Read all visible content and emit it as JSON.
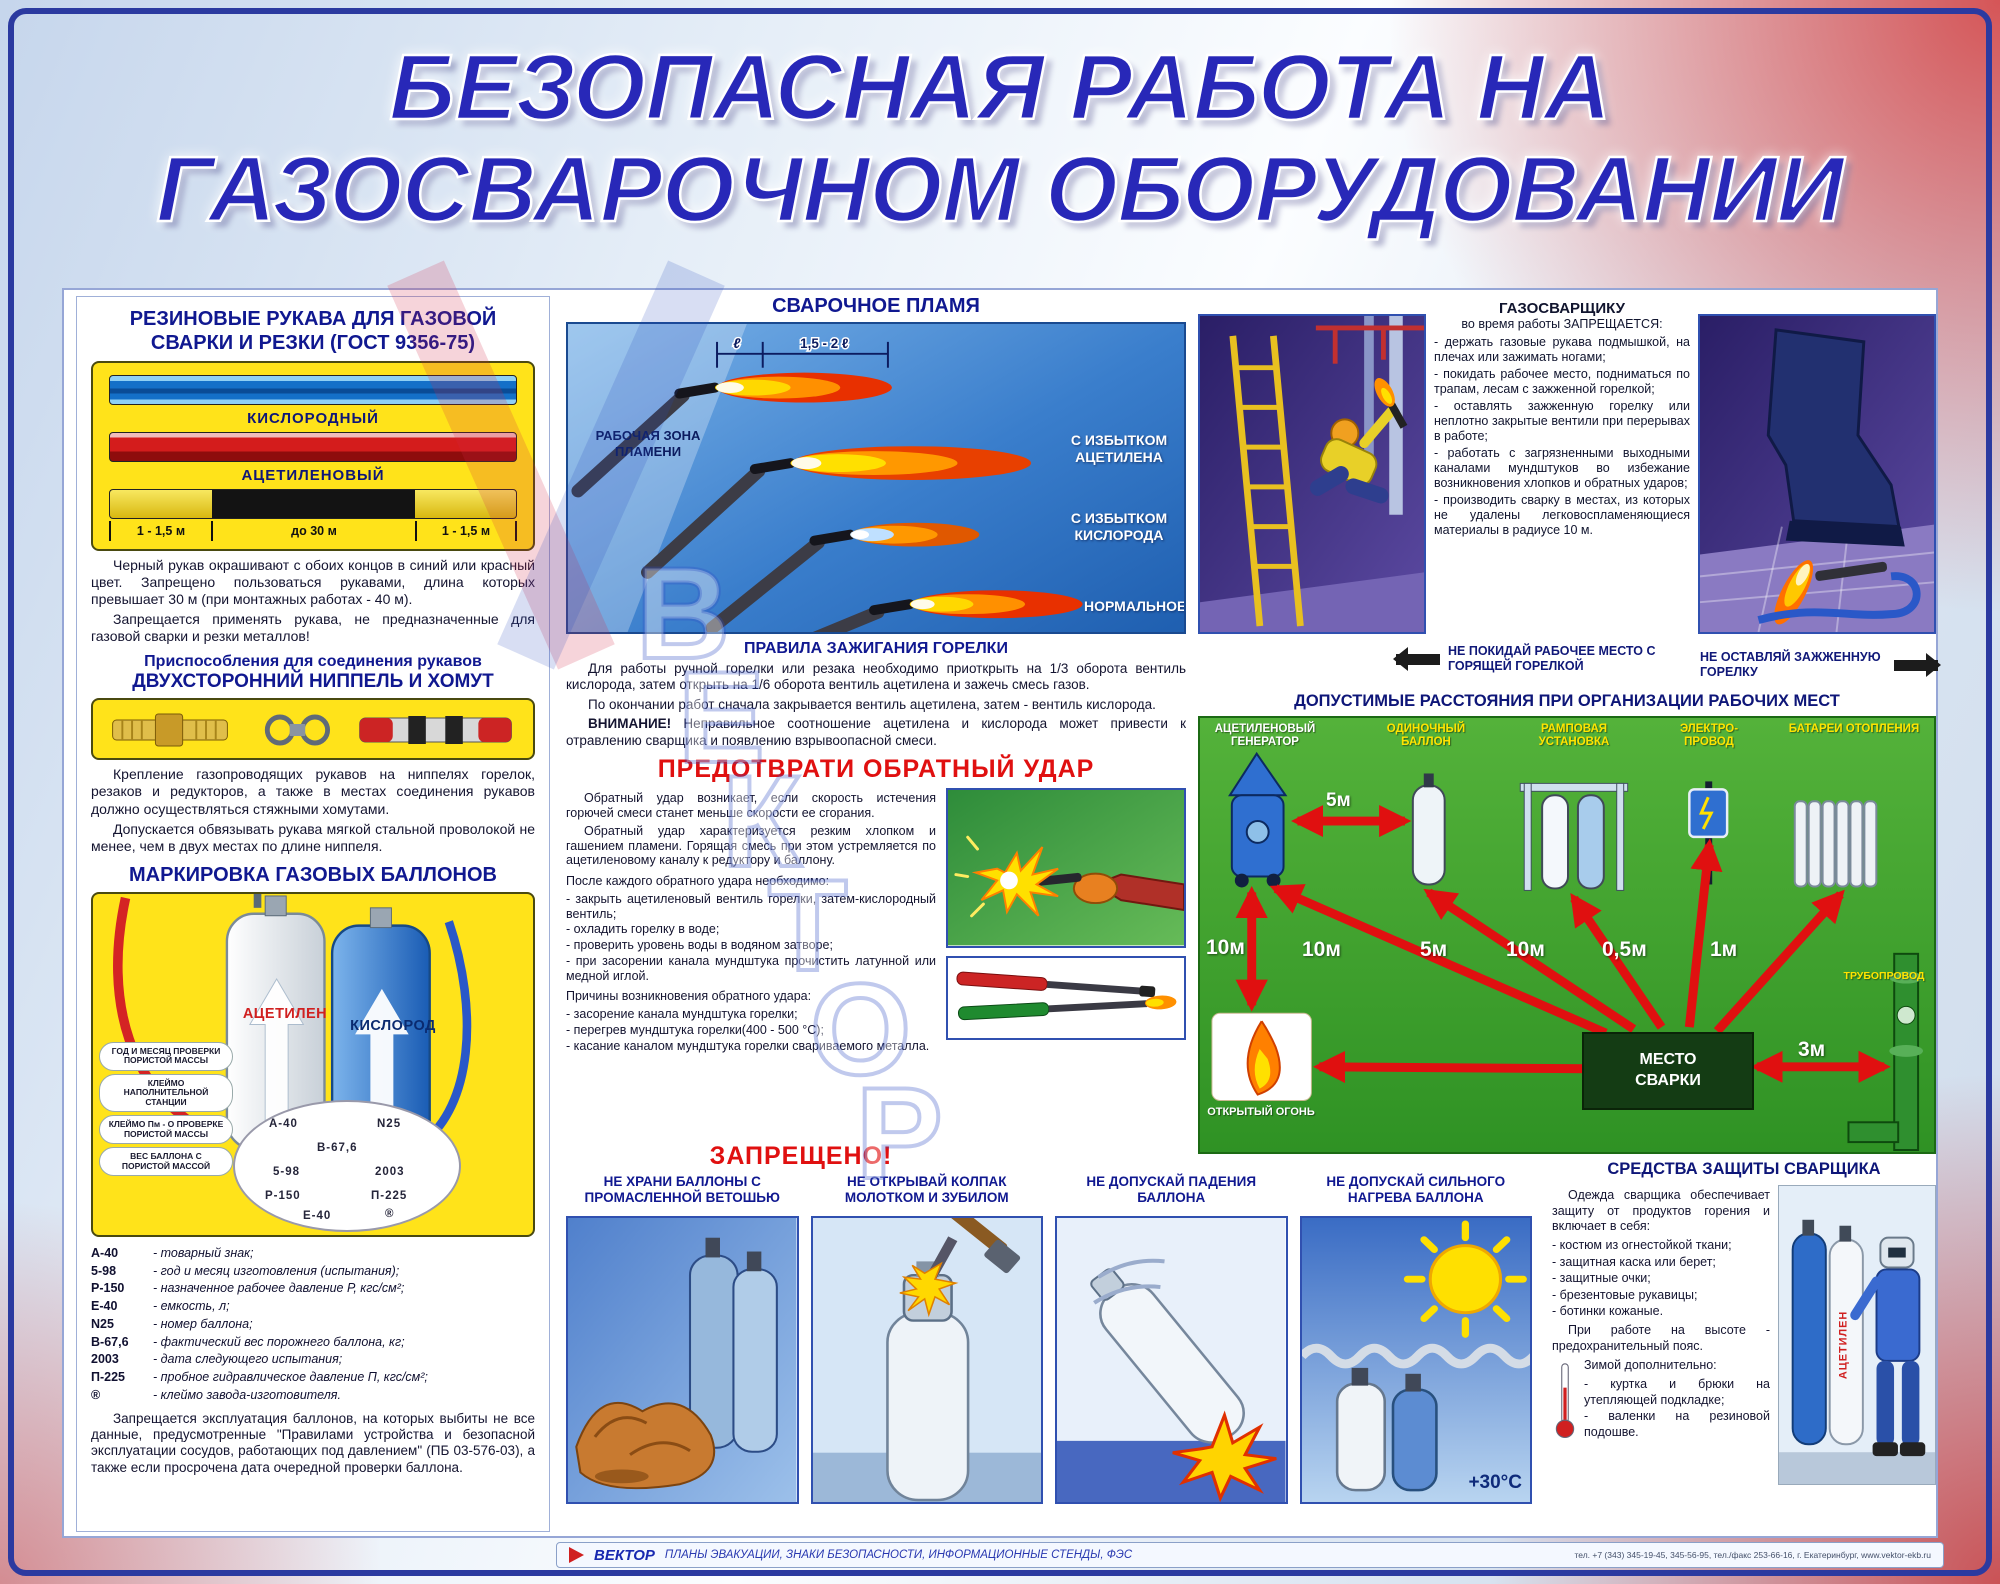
{
  "title": {
    "line1": "БЕЗОПАСНАЯ РАБОТА НА",
    "line2": "ГАЗОСВАРОЧНОМ ОБОРУДОВАНИИ"
  },
  "watermark": {
    "letters": [
      "В",
      "Е",
      "К",
      "Т",
      "О",
      "Р"
    ]
  },
  "left": {
    "hoses": {
      "heading": "РЕЗИНОВЫЕ РУКАВА ДЛЯ ГАЗОВОЙ СВАРКИ И РЕЗКИ (ГОСТ 9356-75)",
      "label_oxygen": "КИСЛОРОДНЫЙ",
      "label_acetylene": "АЦЕТИЛЕНОВЫЙ",
      "dims": [
        "1 - 1,5 м",
        "до 30 м",
        "1 - 1,5 м"
      ],
      "p1": "Черный рукав окрашивают с обоих концов в синий или красный цвет. Запрещено пользоваться рукавами, длина которых превышает 30 м (при монтажных работах - 40 м).",
      "p2": "Запрещается применять рукава, не предназначенные для газовой сварки и резки металлов!"
    },
    "nipple": {
      "heading1": "Приспособления для соединения рукавов",
      "heading2": "ДВУХСТОРОННИЙ НИППЕЛЬ И ХОМУТ",
      "p1": "Крепление газопроводящих рукавов на ниппелях горелок, резаков и редукторов, а также в местах соединения рукавов должно осуществляться стяжными хомутами.",
      "p2": "Допускается обвязывать рукава мягкой стальной проволокой не менее, чем в двух местах по длине ниппеля."
    },
    "marking": {
      "heading": "МАРКИРОВКА ГАЗОВЫХ БАЛЛОНОВ",
      "cyl_acetylene": "АЦЕТИЛЕН",
      "cyl_oxygen": "КИСЛОРОД",
      "callouts": [
        "ГОД И МЕСЯЦ ПРОВЕРКИ ПОРИСТОЙ МАССЫ",
        "КЛЕЙМО НАПОЛНИТЕЛЬНОЙ СТАНЦИИ",
        "КЛЕЙМО Пм - О ПРОВЕРКЕ ПОРИСТОЙ МАССЫ",
        "ВЕС БАЛЛОНА С ПОРИСТОЙ МАССОЙ"
      ],
      "stamps": [
        "А-40",
        "N25",
        "В-67,6",
        "5-98",
        "2003",
        "Р-150",
        "П-225",
        "Е-40",
        "®"
      ],
      "legend": [
        {
          "k": "А-40",
          "v": "-  товарный знак;"
        },
        {
          "k": "5-98",
          "v": "-  год и месяц изготовления (испытания);"
        },
        {
          "k": "Р-150",
          "v": "-  назначенное рабочее давление Р, кгс/см²;"
        },
        {
          "k": "Е-40",
          "v": "-  емкость, л;"
        },
        {
          "k": "N25",
          "v": "-  номер баллона;"
        },
        {
          "k": "В-67,6",
          "v": "-  фактический вес порожнего баллона, кг;"
        },
        {
          "k": "2003",
          "v": "-  дата следующего испытания;"
        },
        {
          "k": "П-225",
          "v": "-  пробное гидравлическое давление П, кгс/см²;"
        },
        {
          "k": "®",
          "v": "-  клеймо завода-изготовителя."
        }
      ],
      "warning": "Запрещается эксплуатация баллонов, на которых выбиты не все данные, предусмотренные \"Правилами устройства и безопасной эксплуатации сосудов, работающих под давлением\" (ПБ 03-576-03), а также если просрочена дата очередной проверки баллона."
    }
  },
  "middle": {
    "flame": {
      "heading": "СВАРОЧНОЕ ПЛАМЯ",
      "zone_label": "РАБОЧАЯ ЗОНА ПЛАМЕНИ",
      "dim_core": "ℓ",
      "dim_zone": "1,5 - 2 ℓ",
      "label_acetylene": "С ИЗБЫТКОМ АЦЕТИЛЕНА",
      "label_oxygen": "С ИЗБЫТКОМ КИСЛОРОДА",
      "label_normal": "НОРМАЛЬНОЕ"
    },
    "ignition": {
      "heading": "ПРАВИЛА ЗАЖИГАНИЯ ГОРЕЛКИ",
      "p1": "Для работы ручной горелки или резака необходимо приоткрыть на 1/3 оборота вентиль кислорода, затем открыть на 1/6 оборота вентиль ацетилена и зажечь смесь газов.",
      "p2": "По окончании работ сначала закрывается вентиль ацетилена, затем - вентиль кислорода.",
      "attn": "ВНИМАНИЕ!",
      "p3": "Неправильное соотношение ацетилена и кислорода может привести к отравлению сварщика и появлению взрывоопасной смеси."
    },
    "backfire": {
      "heading": "ПРЕДОТВРАТИ ОБРАТНЫЙ УДАР",
      "p1": "Обратный удар возникает, если скорость истечения горючей смеси станет меньше скорости ее сгорания.",
      "p2": "Обратный удар характеризуется резким хлопком и гашением пламени. Горящая смесь при этом устремляется по ацетиленовому каналу к редуктору и баллону.",
      "after_title": "После каждого обратного удара необходимо:",
      "after_items": [
        "- закрыть ацетиленовый вентиль горелки, затем-кислородный вентиль;",
        "- охладить горелку в воде;",
        "- проверить уровень воды в водяном затворе;",
        "- при засорении канала мундштука прочистить латунной или медной иглой."
      ],
      "cause_title": "Причины возникновения обратного удара:",
      "cause_items": [
        "- засорение канала мундштука горелки;",
        "- перегрев мундштука горелки(400 - 500 °С);",
        "- касание каналом мундштука горелки свариваемого металла."
      ]
    },
    "forbidden": {
      "heading": "ЗАПРЕЩЕНО!",
      "panels": [
        {
          "title": "НЕ ХРАНИ БАЛЛОНЫ С ПРОМАСЛЕННОЙ ВЕТОШЬЮ"
        },
        {
          "title": "НЕ ОТКРЫВАЙ КОЛПАК МОЛОТКОМ И ЗУБИЛОМ"
        },
        {
          "title": "НЕ ДОПУСКАЙ ПАДЕНИЯ БАЛЛОНА"
        },
        {
          "title": "НЕ ДОПУСКАЙ СИЛЬНОГО НАГРЕВА БАЛЛОНА",
          "temp": "+30°С"
        }
      ]
    }
  },
  "right": {
    "rules": {
      "heading": "ГАЗОСВАРЩИКУ",
      "subheading": "во время работы ЗАПРЕЩАЕТСЯ:",
      "items": [
        "- держать газовые рукава подмышкой, на плечах или зажимать ногами;",
        "- покидать рабочее место, подниматься по трапам, лесам с зажженной горелкой;",
        "- оставлять зажженную горелку или неплотно закрытые вентили при перерывах в работе;",
        "- работать с загрязненными выходными каналами мундштуков во избежание возникновения хлопков и обратных ударов;",
        "- производить сварку в местах, из которых не удалены легковоспламеняющиеся материалы в радиусе 10 м."
      ],
      "note_left": "НЕ ПОКИДАЙ РАБОЧЕЕ МЕСТО С ГОРЯЩЕЙ ГОРЕЛКОЙ",
      "note_right": "НЕ ОСТАВЛЯЙ ЗАЖЖЕННУЮ ГОРЕЛКУ"
    },
    "distances": {
      "heading": "ДОПУСТИМЫЕ РАССТОЯНИЯ ПРИ ОРГАНИЗАЦИИ РАБОЧИХ МЕСТ",
      "equipment": [
        "АЦЕТИЛЕНОВЫЙ ГЕНЕРАТОР",
        "ОДИНОЧНЫЙ БАЛЛОН",
        "РАМПОВАЯ УСТАНОВКА",
        "ЭЛЕКТРО-ПРОВОД",
        "БАТАРЕИ ОТОПЛЕНИЯ"
      ],
      "d_top": "5м",
      "d_left_vert": "10м",
      "fan": [
        "10м",
        "5м",
        "10м",
        "0,5м",
        "1м"
      ],
      "d_pipe": "3м",
      "fire": "ОТКРЫТЫЙ ОГОНЬ",
      "place": "МЕСТО СВАРКИ",
      "pipe": "ТРУБОПРОВОД"
    },
    "protection": {
      "heading": "СРЕДСТВА ЗАЩИТЫ СВАРЩИКА",
      "intro": "Одежда сварщика обеспечивает защиту от продуктов горения и включает в себя:",
      "items": [
        "- костюм из огнестойкой ткани;",
        "- защитная каска или берет;",
        "- защитные очки;",
        "- брезентовые рукавицы;",
        "- ботинки кожаные."
      ],
      "height_note": "При работе на высоте - предохранительный пояс.",
      "winter_title": "Зимой дополнительно:",
      "winter_items": [
        "- куртка и брюки на утепляющей подкладке;",
        "- валенки на резиновой подошве."
      ],
      "cyl_label": "АЦЕТИЛЕН"
    }
  },
  "footer": {
    "brand": "ВЕКТОР",
    "tagline": "ПЛАНЫ ЭВАКУАЦИИ, ЗНАКИ БЕЗОПАСНОСТИ, ИНФОРМАЦИОННЫЕ СТЕНДЫ, ФЭС",
    "contact": "тел. +7 (343) 345-19-45, 345-56-95, тел./факс 253-66-16, г. Екатеринбург, www.vektor-ekb.ru"
  }
}
